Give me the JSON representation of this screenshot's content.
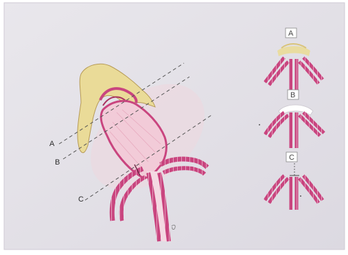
{
  "figure": {
    "main_labels": [
      "A",
      "B",
      "C"
    ],
    "panel_labels": [
      "A",
      "B",
      "C"
    ]
  },
  "colors": {
    "background": "#e4e2e8",
    "tissue_yellow": "#eadb98",
    "vessel_wall": "#c9457f",
    "lumen_pink": "#f2cbd8",
    "dashed_line": "#555555"
  }
}
